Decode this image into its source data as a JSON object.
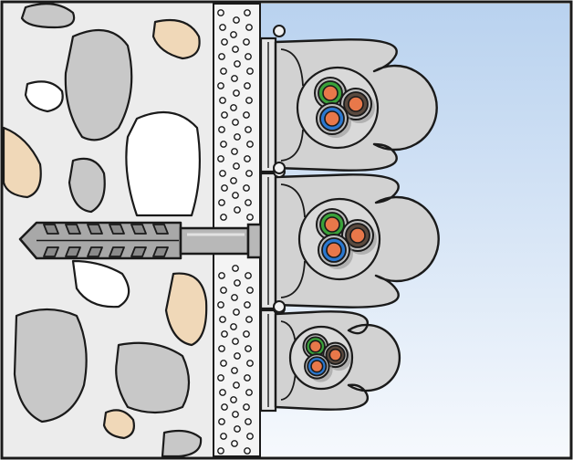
{
  "colors": {
    "outline": "#1a1a1a",
    "wall_fill": "#ececec",
    "stone_grey": "#c8c8c8",
    "stone_tan": "#f0d8b8",
    "stone_white": "#ffffff",
    "plaster": "#f4f4f4",
    "sky_top": "#b9d2ef",
    "sky_bottom": "#f6f9fd",
    "clip_fill": "#e6e6e6",
    "clip_body": "#d2d2d2",
    "cable_sheath": "#8f8f8f",
    "wire_green": "#3aa23a",
    "wire_blue": "#2b78d0",
    "wire_brown": "#5a4a3f",
    "wire_core": "#e8784a",
    "anchor_nylon": "#a8a8a8",
    "screw_metal": "#b8b8b8"
  },
  "diagram": {
    "elements": [
      "concrete-wall",
      "plaster-layer",
      "wall-plug",
      "screw",
      "cable-clip-stack",
      "cable"
    ],
    "clip_count": 3,
    "cable_count": 3,
    "wires_per_cable": 3
  }
}
